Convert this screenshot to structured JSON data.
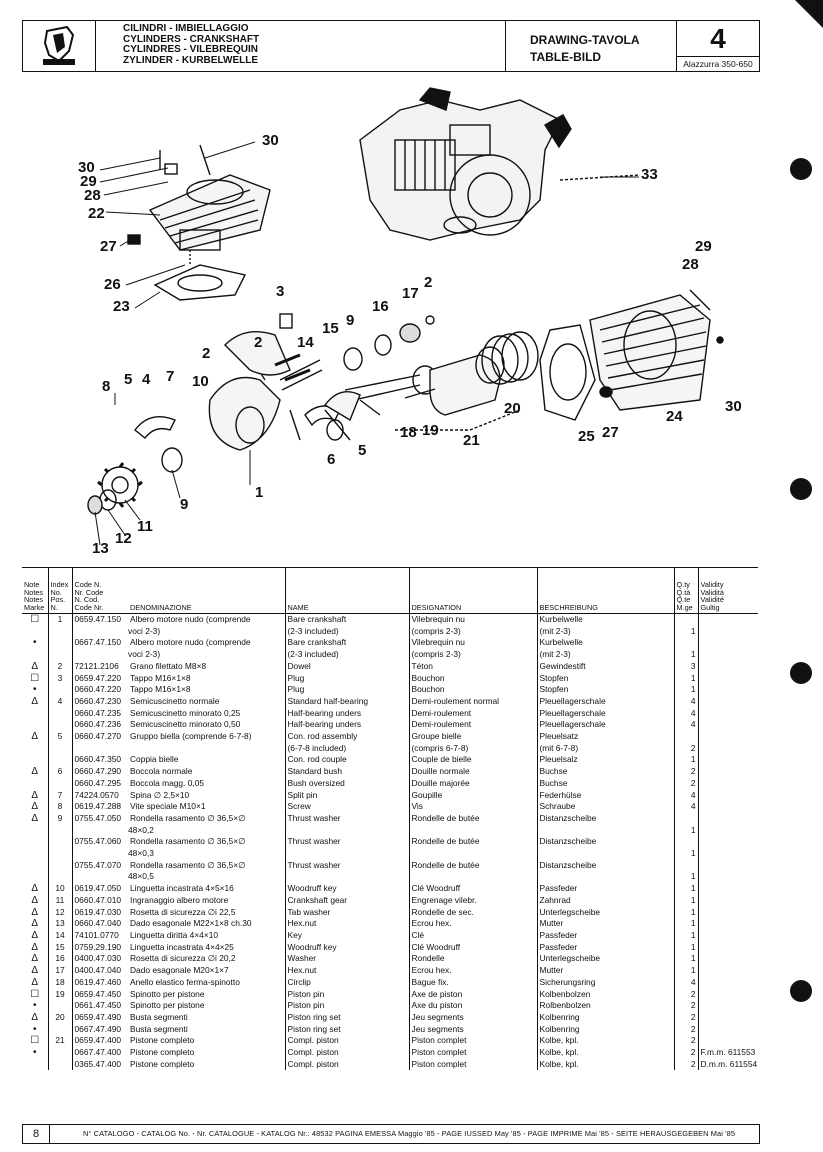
{
  "header": {
    "titles": [
      "CILINDRI - IMBIELLAGGIO",
      "CYLINDERS - CRANKSHAFT",
      "CYLINDRES - VILEBREQUIN",
      "ZYLINDER - KURBELWELLE"
    ],
    "drawing_lines": [
      "DRAWING-TAVOLA",
      "TABLE-BILD"
    ],
    "number": "4",
    "validity": "Alazzurra 350-650"
  },
  "callouts": [
    "30",
    "30",
    "29",
    "28",
    "22",
    "27",
    "26",
    "23",
    "3",
    "33",
    "2",
    "17",
    "16",
    "15",
    "9",
    "14",
    "2",
    "2",
    "29",
    "28",
    "8",
    "5",
    "4",
    "7",
    "10",
    "20",
    "18",
    "19",
    "21",
    "6",
    "5",
    "25",
    "27",
    "24",
    "30",
    "9",
    "1",
    "11",
    "12",
    "13"
  ],
  "table": {
    "headers": {
      "note": [
        "Note",
        "Notes",
        "Notes",
        "Marke"
      ],
      "index": [
        "Index",
        "No.",
        "Pos.",
        "N."
      ],
      "code": [
        "Code N.",
        "Nr. Code",
        "N. Cod.",
        "Code Nr."
      ],
      "denom": "DENOMINAZIONE",
      "name": "NAME",
      "designation": "DESIGNATION",
      "beschreibung": "BESCHREIBUNG",
      "qty": [
        "Q.ty",
        "Q.tà",
        "Q.te",
        "M.ge"
      ],
      "validity": [
        "Validity",
        "Validità",
        "Validité",
        "Gultig"
      ]
    },
    "rows": [
      [
        "☐",
        "1",
        "0659.47.150",
        "Albero motore nudo (comprende",
        "Bare crankshaft",
        "Vilebrequin nu",
        "Kurbelwelle",
        "",
        ""
      ],
      [
        "",
        "",
        "",
        "voci 2-3)",
        "(2-3 included)",
        "(compris 2-3)",
        "(mit 2-3)",
        "1",
        ""
      ],
      [
        "•",
        "",
        "0667.47.150",
        "Albero motore nudo (comprende",
        "Bare crankshaft",
        "Vilebrequin nu",
        "Kurbelwelle",
        "",
        ""
      ],
      [
        "",
        "",
        "",
        "voci 2-3)",
        "(2-3 included)",
        "(compris 2-3)",
        "(mit 2-3)",
        "1",
        ""
      ],
      [
        "Δ",
        "2",
        "72121.2106",
        "Grano filettato M8×8",
        "Dowel",
        "Téton",
        "Gewindestift",
        "3",
        ""
      ],
      [
        "☐",
        "3",
        "0659.47.220",
        "Tappo M16×1×8",
        "Plug",
        "Bouchon",
        "Stopfen",
        "1",
        ""
      ],
      [
        "•",
        "",
        "0660.47.220",
        "Tappo M16×1×8",
        "Plug",
        "Bouchon",
        "Stopfen",
        "1",
        ""
      ],
      [
        "Δ",
        "4",
        "0660.47.230",
        "Semicuscinetto normale",
        "Standard half-bearing",
        "Demi-roulement normal",
        "Pleuellagerschale",
        "4",
        ""
      ],
      [
        "",
        "",
        "0660.47.235",
        "Semicuscinetto minorato 0,25",
        "Half-bearing unders",
        "Demi-roulement",
        "Pleuellagerschale",
        "4",
        ""
      ],
      [
        "",
        "",
        "0660.47.236",
        "Semicuscinetto minorato 0,50",
        "Half-bearing unders",
        "Demi-roulement",
        "Pleuellagerschale",
        "4",
        ""
      ],
      [
        "Δ",
        "5",
        "0660.47.270",
        "Gruppo biella (comprende 6-7-8)",
        "Con. rod assembly",
        "Groupe bielle",
        "Pleuelsatz",
        "",
        ""
      ],
      [
        "",
        "",
        "",
        "",
        "(6-7-8 included)",
        "(compris 6-7-8)",
        "(mit 6-7-8)",
        "2",
        ""
      ],
      [
        "",
        "",
        "0660.47.350",
        "Coppia bielle",
        "Con. rod couple",
        "Couple de bielle",
        "Pleuelsalz",
        "1",
        ""
      ],
      [
        "Δ",
        "6",
        "0660.47.290",
        "Boccola normale",
        "Standard bush",
        "Douille normale",
        "Buchse",
        "2",
        ""
      ],
      [
        "",
        "",
        "0660.47.295",
        "Boccola magg. 0,05",
        "Bush oversized",
        "Douille majorée",
        "Buchse",
        "2",
        ""
      ],
      [
        "Δ",
        "7",
        "74224.0570",
        "Spina ∅ 2,5×10",
        "Split pin",
        "Goupille",
        "Federhülse",
        "4",
        ""
      ],
      [
        "Δ",
        "8",
        "0619.47.288",
        "Vite speciale M10×1",
        "Screw",
        "Vis",
        "Schraube",
        "4",
        ""
      ],
      [
        "Δ",
        "9",
        "0755.47.050",
        "Rondella rasamento ∅ 36,5×∅",
        "Thrust washer",
        "Rondelle de butée",
        "Distanzscheibe",
        "",
        ""
      ],
      [
        "",
        "",
        "",
        "48×0,2",
        "",
        "",
        "",
        "1",
        ""
      ],
      [
        "",
        "",
        "0755.47.060",
        "Rondella rasamento ∅ 36,5×∅",
        "Thrust washer",
        "Rondelle de butée",
        "Distanzscheibe",
        "",
        ""
      ],
      [
        "",
        "",
        "",
        "48×0,3",
        "",
        "",
        "",
        "1",
        ""
      ],
      [
        "",
        "",
        "0755.47.070",
        "Rondella rasamento ∅ 36,5×∅",
        "Thrust washer",
        "Rondelle de butée",
        "Distanzscheibe",
        "",
        ""
      ],
      [
        "",
        "",
        "",
        "48×0,5",
        "",
        "",
        "",
        "1",
        ""
      ],
      [
        "Δ",
        "10",
        "0619.47.050",
        "Linguetta incastrata 4×5×16",
        "Woodruff key",
        "Clé Woodruff",
        "Passfeder",
        "1",
        ""
      ],
      [
        "Δ",
        "11",
        "0660.47.010",
        "Ingranaggio albero motore",
        "Crankshaft gear",
        "Engrenage vilebr.",
        "Zahnrad",
        "1",
        ""
      ],
      [
        "Δ",
        "12",
        "0619.47.030",
        "Rosetta di sicurezza ∅i 22,5",
        "Tab washer",
        "Rondelle de sec.",
        "Unterlegscheibe",
        "1",
        ""
      ],
      [
        "Δ",
        "13",
        "0660.47.040",
        "Dado esagonale M22×1×8 ch.30",
        "Hex.nut",
        "Ecrou hex.",
        "Mutter",
        "1",
        ""
      ],
      [
        "Δ",
        "14",
        "74101.0770",
        "Linguetta diritta 4×4×10",
        "Key",
        "Clé",
        "Passfeder",
        "1",
        ""
      ],
      [
        "Δ",
        "15",
        "0759.29.190",
        "Linguetta incastrata 4×4×25",
        "Woodruff key",
        "Clé Woodruff",
        "Passfeder",
        "1",
        ""
      ],
      [
        "Δ",
        "16",
        "0400.47.030",
        "Rosetta di sicurezza ∅i 20,2",
        "Washer",
        "Rondelle",
        "Unterlegscheibe",
        "1",
        ""
      ],
      [
        "Δ",
        "17",
        "0400.47.040",
        "Dado esagonale M20×1×7",
        "Hex.nut",
        "Ecrou hex.",
        "Mutter",
        "1",
        ""
      ],
      [
        "Δ",
        "18",
        "0619.47.460",
        "Anello elastico ferma-spinotto",
        "Circlip",
        "Bague fix.",
        "Sicherungsring",
        "4",
        ""
      ],
      [
        "☐",
        "19",
        "0659.47.450",
        "Spinotto per pistone",
        "Piston pin",
        "Axe de piston",
        "Kolbenbolzen",
        "2",
        ""
      ],
      [
        "•",
        "",
        "0661.47.450",
        "Spinotto per pistone",
        "Piston pin",
        "Axe du piston",
        "Rolbenbolzen",
        "2",
        ""
      ],
      [
        "Δ",
        "20",
        "0659.47.490",
        "Busta segmenti",
        "Piston ring set",
        "Jeu segments",
        "Kolbenring",
        "2",
        ""
      ],
      [
        "•",
        "",
        "0667.47.490",
        "Busta segmenti",
        "Piston ring set",
        "Jeu segments",
        "Kolbenring",
        "2",
        ""
      ],
      [
        "☐",
        "21",
        "0659.47.400",
        "Pistone completo",
        "Compl. piston",
        "Piston complet",
        "Kolbe, kpl.",
        "2",
        ""
      ],
      [
        "•",
        "",
        "0667.47.400",
        "Pistone completo",
        "Compl. piston",
        "Piston complet",
        "Kolbe, kpl.",
        "2",
        "F.m.m. 611553 ~"
      ],
      [
        "",
        "",
        "0365.47.400",
        "Pistone completo",
        "Compl. piston",
        "Piston complet",
        "Kolbe, kpl.",
        "2",
        "D.m.m. 611554"
      ]
    ]
  },
  "footer": {
    "page": "8",
    "text": "N° CATALOGO - CATALOG No. - Nr. CATALOGUE - KATALOG Nr.: 48532 PAGINA EMESSA Maggio '85 - PAGE IUSSED May '85 - PAGE IMPRIME Mai '85 - SEITE HERAUSGEGEBEN Mai '85"
  }
}
